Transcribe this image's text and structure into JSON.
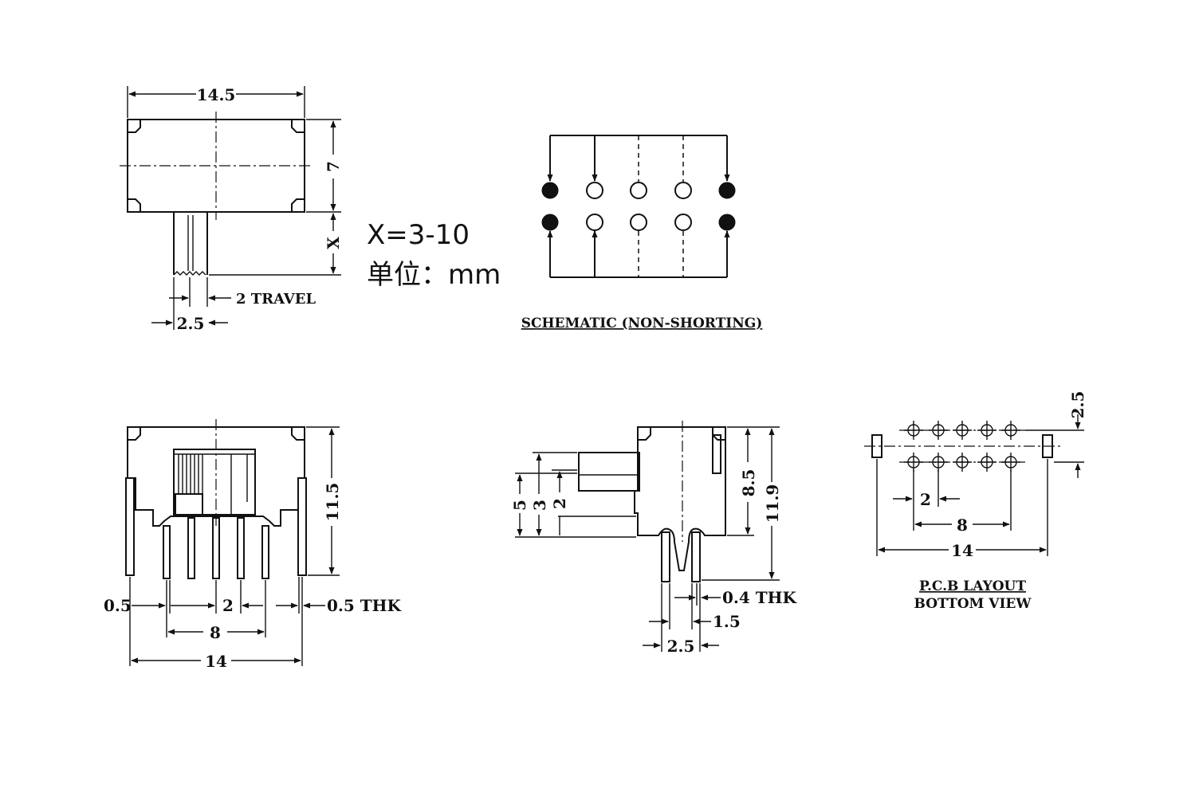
{
  "top_view": {
    "width_label": "14.5",
    "height_label": "7",
    "x_label": "X",
    "travel_label": "2 TRAVEL",
    "actuator_label": "2.5"
  },
  "notes": {
    "x_range": "X=3-10",
    "unit": "单位：mm"
  },
  "schematic": {
    "caption": "SCHEMATIC (NON-SHORTING)",
    "top_row": [
      "filled",
      "open",
      "open",
      "open",
      "filled"
    ],
    "bottom_row": [
      "filled",
      "open",
      "open",
      "open",
      "filled"
    ]
  },
  "front_view": {
    "left_thk": "0.5",
    "pitch": "2",
    "right_thk": "0.5 THK",
    "span": "8",
    "overall": "14",
    "height": "11.5"
  },
  "side_view": {
    "h5": "5",
    "h3": "3",
    "h2": "2",
    "h85": "8.5",
    "h119": "11.9",
    "pin_thk": "0.4 THK",
    "pin_w": "1.5",
    "row_pitch": "2.5"
  },
  "pcb": {
    "caption_1": "P.C.B LAYOUT",
    "caption_2": "BOTTOM VIEW",
    "row_pitch": "2.5",
    "pitch": "2",
    "span": "8",
    "overall": "14"
  }
}
